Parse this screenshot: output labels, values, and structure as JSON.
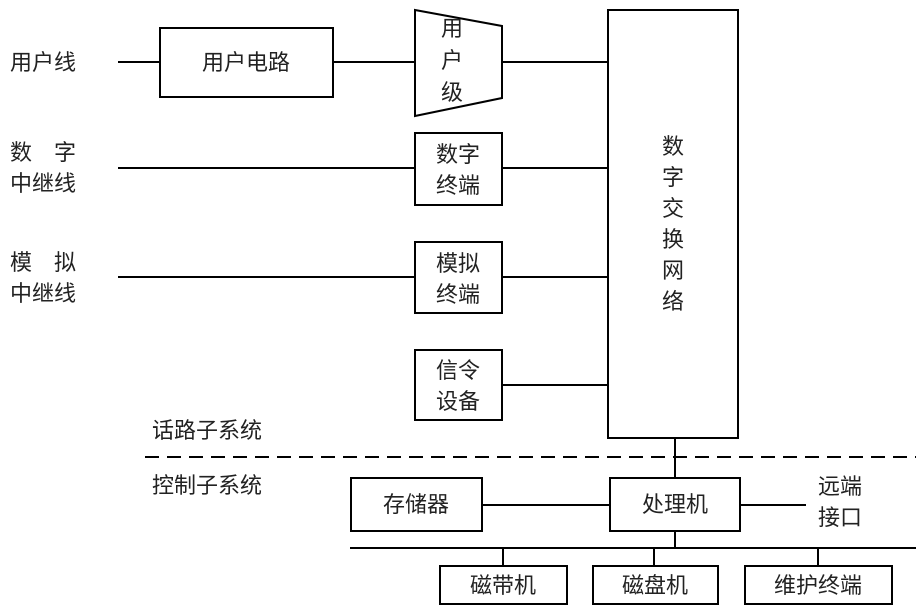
{
  "inputs": {
    "user_line": "用户线",
    "digital_trunk": [
      "数　字",
      "中继线"
    ],
    "analog_trunk": [
      "模　拟",
      "中继线"
    ]
  },
  "blocks": {
    "user_circuit": "用户电路",
    "user_stage": [
      "用",
      "户",
      "级"
    ],
    "digital_terminal": [
      "数字",
      "终端"
    ],
    "analog_terminal": [
      "模拟",
      "终端"
    ],
    "signaling": [
      "信令",
      "设备"
    ],
    "switch_network": [
      "数",
      "字",
      "交",
      "换",
      "网",
      "络"
    ],
    "memory": "存储器",
    "processor": "处理机",
    "remote_interface": [
      "远端",
      "接口"
    ],
    "tape": "磁带机",
    "disk": "磁盘机",
    "maintenance": "维护终端"
  },
  "subsystems": {
    "voice": "话路子系统",
    "control": "控制子系统"
  }
}
